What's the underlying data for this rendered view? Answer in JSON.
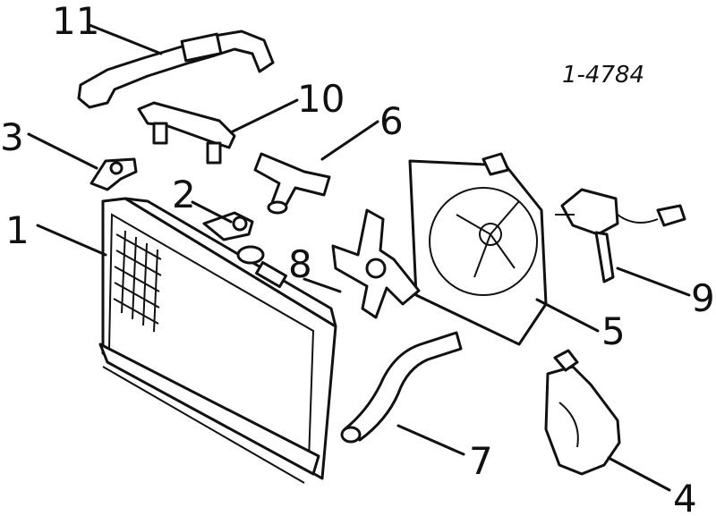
{
  "reference_code": "1-4784",
  "colors": {
    "ink": "#111111",
    "paper": "#ffffff"
  },
  "callouts": [
    {
      "id": "c1",
      "label": "1"
    },
    {
      "id": "c2",
      "label": "2"
    },
    {
      "id": "c3",
      "label": "3"
    },
    {
      "id": "c4",
      "label": "4"
    },
    {
      "id": "c5",
      "label": "5"
    },
    {
      "id": "c6",
      "label": "6"
    },
    {
      "id": "c7",
      "label": "7"
    },
    {
      "id": "c8",
      "label": "8"
    },
    {
      "id": "c9",
      "label": "9"
    },
    {
      "id": "c10",
      "label": "10"
    },
    {
      "id": "c11",
      "label": "11"
    }
  ]
}
